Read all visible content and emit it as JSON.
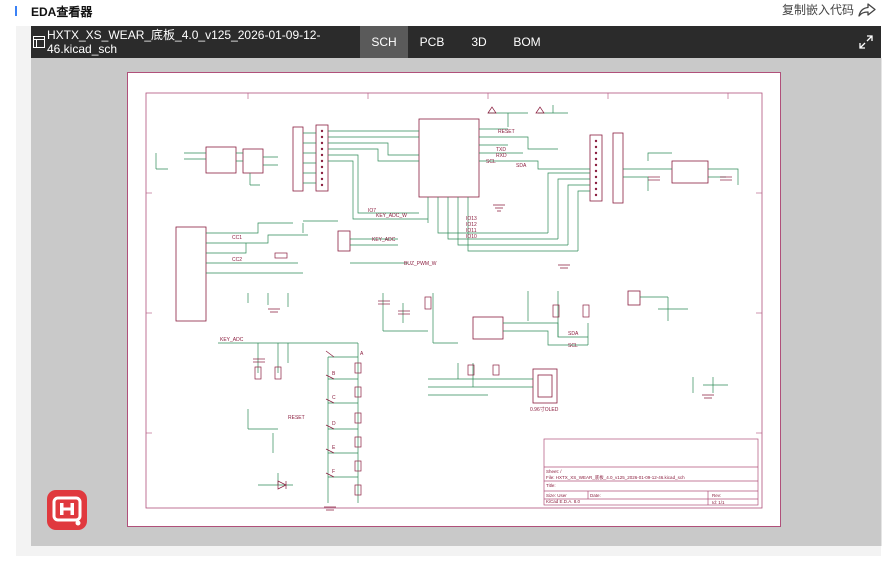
{
  "header": {
    "title": "EDA查看器",
    "embed_label": "复制嵌入代码",
    "embed_icon": "share-arrow-icon"
  },
  "toolbar": {
    "filename": "HXTX_XS_WEAR_底板_4.0_v125_2026-01-09-12-46.kicad_sch",
    "tabs": [
      {
        "label": "SCH",
        "active": true
      },
      {
        "label": "PCB",
        "active": false
      },
      {
        "label": "3D",
        "active": false
      },
      {
        "label": "BOM",
        "active": false
      }
    ],
    "expand_icon": "fullscreen-expand-icon"
  },
  "schematic": {
    "labels": {
      "reset_top": "RESET",
      "txd": "TXD",
      "rxd": "RXD",
      "scl": "SCL",
      "sda": "SDA",
      "sda_mid": "SDA",
      "scl_mid": "SCL",
      "key_adc": "KEY_ADC",
      "key_adc_w": "KEY_ADC_W",
      "buz_pwm": "BUZ_PWM_W",
      "cc1": "CC1",
      "cc2": "CC2",
      "reset_mid": "RESET",
      "io7": "IO7",
      "io13": "IO13",
      "io12": "IO12",
      "io11": "IO11",
      "io10": "IO10",
      "oled": "0.96寸OLED",
      "a": "A",
      "b": "B",
      "c": "C",
      "d": "D",
      "e": "E",
      "f": "F"
    },
    "title_block": {
      "sheet": "Sheet: /",
      "file": "File: HXTX_XS_WEAR_底板_4.0_v125_2026-01-09-12-46.kicad_sch",
      "title": "Title:",
      "size": "Size: User",
      "date": "Date:",
      "rev": "Rev:",
      "kicad": "KiCad E.D.A. 8.0",
      "id": "Id: 1/1"
    }
  },
  "colors": {
    "accent": "#3b82f6",
    "toolbar_bg": "#2b2b2b",
    "tab_active": "#5a5a5a",
    "wire": "#2e8b57",
    "component": "#8b1e3f",
    "sheet_border": "#b0507a",
    "logo": "#e0393e"
  }
}
